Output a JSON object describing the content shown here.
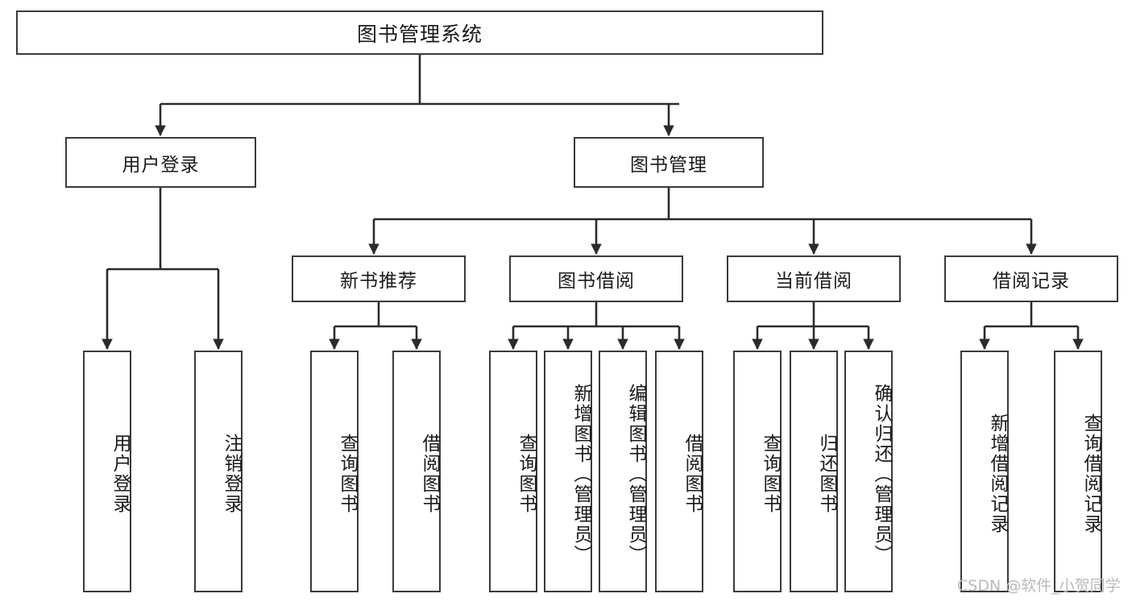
{
  "diagram": {
    "title_node": {
      "label": "图书管理系统"
    },
    "watermark": "CSDN @软件_小贺同学",
    "colors": {
      "background": "#ffffff",
      "box_border": "#3a3a3a",
      "connector": "#2b2b2b",
      "text": "#1a1a1a",
      "watermark": "#b9b9b9"
    },
    "level2": [
      {
        "label": "用户登录"
      },
      {
        "label": "图书管理"
      }
    ],
    "level3": [
      {
        "label": "新书推荐"
      },
      {
        "label": "图书借阅"
      },
      {
        "label": "当前借阅"
      },
      {
        "label": "借阅记录"
      }
    ],
    "leaves": {
      "user_login": [
        {
          "label": "用户登录"
        },
        {
          "label": "注销登录"
        }
      ],
      "new_book_recommend": [
        {
          "label": "查询图书"
        },
        {
          "label": "借阅图书"
        }
      ],
      "book_borrow": [
        {
          "label": "查询图书"
        },
        {
          "label": "新增图书（管理员）"
        },
        {
          "label": "编辑图书（管理员）"
        },
        {
          "label": "借阅图书"
        }
      ],
      "current_borrow": [
        {
          "label": "查询图书"
        },
        {
          "label": "归还图书"
        },
        {
          "label": "确认归还（管理员）"
        }
      ],
      "borrow_record": [
        {
          "label": "新增借阅记录"
        },
        {
          "label": "查询借阅记录"
        }
      ]
    }
  }
}
